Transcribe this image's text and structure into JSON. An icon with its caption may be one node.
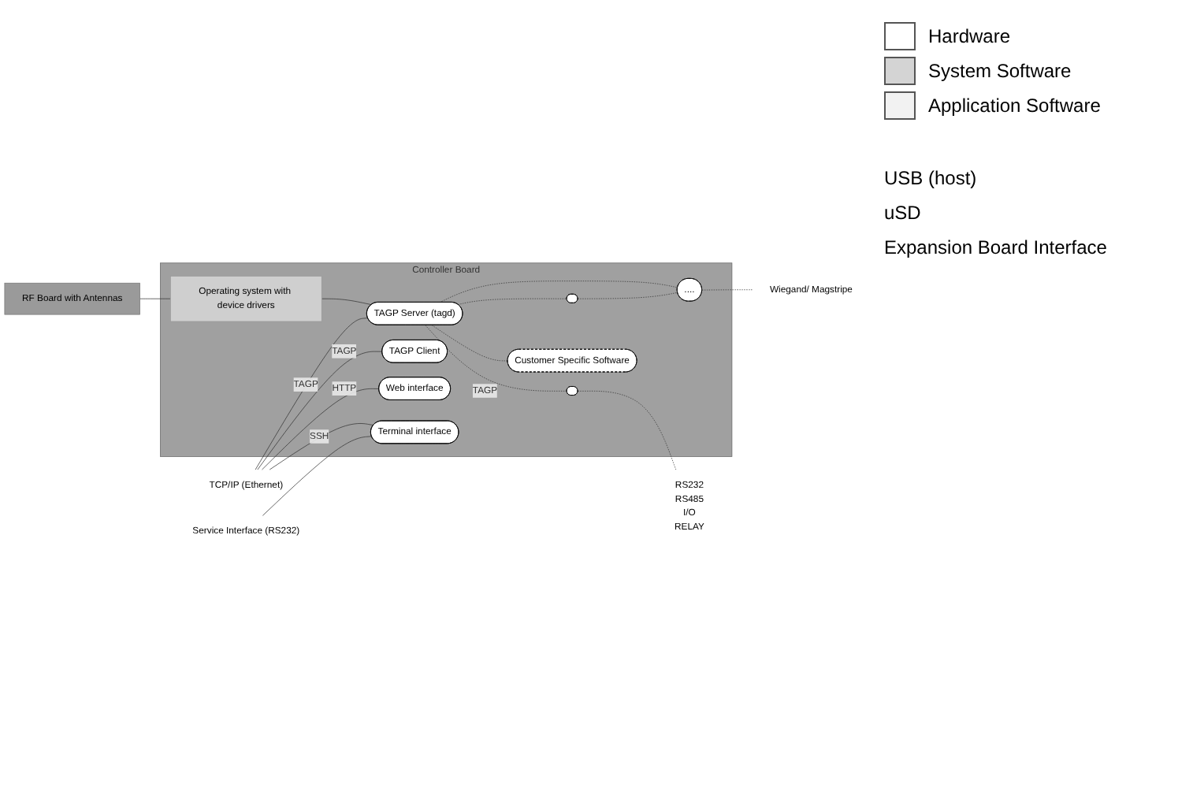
{
  "diagram": {
    "nodes": [
      {
        "text": [
          "RF Board with Antennas"
        ]
      },
      {
        "text": [
          "Controller Board"
        ]
      },
      {
        "text": [
          "Operating system with device drivers"
        ],
        "in": 1
      },
      {
        "text": [
          "TAGP Server (tagd)"
        ],
        "in": 1
      },
      {
        "text": [
          "TAGP Client"
        ],
        "in": 1
      },
      {
        "text": [
          "Web interface"
        ],
        "in": 1
      },
      {
        "text": [
          "Terminal interface"
        ],
        "in": 1
      },
      {
        "text": [],
        "shape": "circle",
        "in": 1
      },
      {
        "text": [],
        "shape": "circle",
        "in": 1
      },
      {
        "text": [
          "...."
        ],
        "in": 1
      },
      {
        "text": [
          "Customer Specific Software"
        ],
        "in": 1
      },
      {
        "text": [
          "TCP/IP (Ethernet)"
        ]
      },
      {
        "text": [
          "Service Interface (RS232)"
        ]
      },
      {
        "text": [
          "RS232",
          "RS485",
          "I/O",
          "RELAY"
        ]
      },
      {
        "text": [
          "Wiegand/ Magstripe"
        ]
      }
    ],
    "edges": [
      {
        "from": 0,
        "to": 2,
        "arrow": "none"
      },
      {
        "from": 2,
        "to": 3,
        "arrow": "none"
      },
      {
        "from": 11,
        "to": 3,
        "arrow": "none",
        "label": "TAGP"
      },
      {
        "from": 11,
        "to": 4,
        "arrow": "none",
        "label": "TAGP"
      },
      {
        "from": 11,
        "to": 5,
        "arrow": "none",
        "label": "HTTP"
      },
      {
        "from": 11,
        "to": 6,
        "arrow": "none",
        "label": "SSH"
      },
      {
        "from": 12,
        "to": 6,
        "arrow": "none"
      },
      {
        "from": 3,
        "to": 7,
        "arrow": "none",
        "style": "dashed"
      },
      {
        "from": 3,
        "to": 8,
        "arrow": "none",
        "style": "dashed",
        "label": "TAGP"
      },
      {
        "from": 3,
        "to": 9,
        "arrow": "none",
        "style": "dashed"
      },
      {
        "from": 3,
        "to": 10,
        "arrow": "none",
        "style": "dashed"
      },
      {
        "from": 7,
        "to": 9,
        "arrow": "none",
        "style": "dashed"
      },
      {
        "from": 8,
        "to": 13,
        "arrow": "none",
        "style": "dashed"
      },
      {
        "from": 9,
        "to": 14,
        "arrow": "none",
        "style": "dashed"
      }
    ],
    "labels": [
      "USB (host)",
      "uSD",
      "Expansion Board Interface"
    ],
    "legend": [
      {
        "text": "Hardware",
        "color": "#ffffff"
      },
      {
        "text": "System Software",
        "color": "#d4d4d4"
      },
      {
        "text": "Application Software",
        "color": "#f2f2f2"
      }
    ]
  }
}
